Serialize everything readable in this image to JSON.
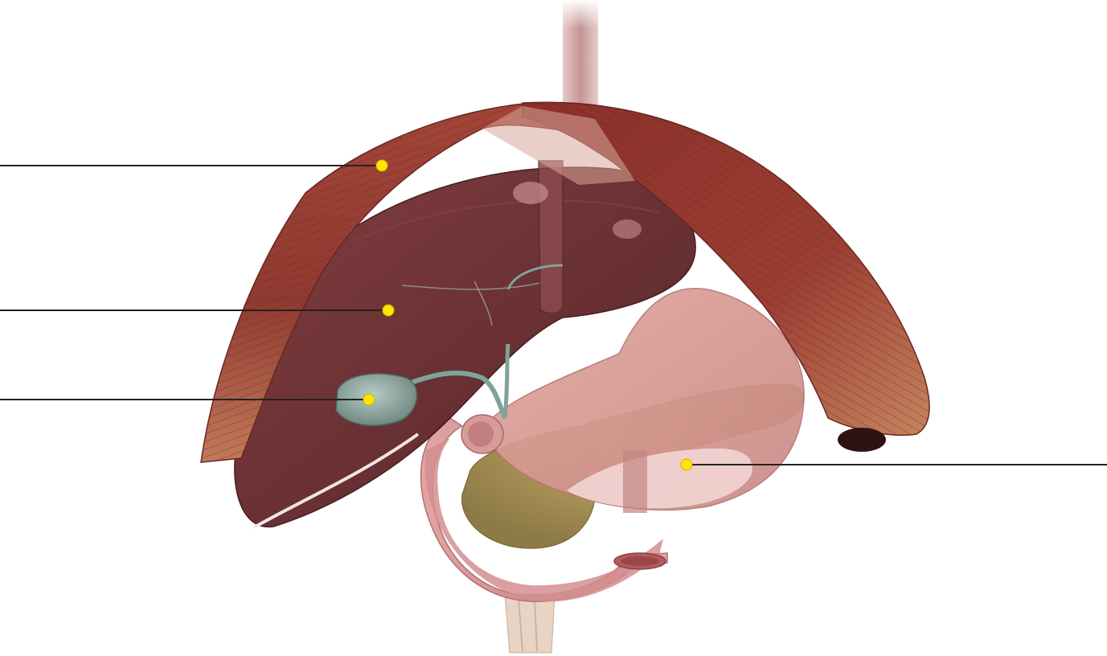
{
  "figure": {
    "labels": [
      {
        "id": "diaphragm",
        "text": ""
      },
      {
        "id": "liver",
        "text": ""
      },
      {
        "id": "gallbladder",
        "text": ""
      },
      {
        "id": "stomach",
        "text": ""
      }
    ],
    "colors": {
      "marker": "#ffe600",
      "marker_stroke": "#c9b400",
      "leader_line": "#222222",
      "diaphragm": "#9c4035",
      "liver": "#6a2a2c",
      "gallbladder": "#8fa8a0",
      "stomach": "#d4948c",
      "pancreas": "#b39b5e",
      "duodenum": "#d08c8c"
    }
  }
}
